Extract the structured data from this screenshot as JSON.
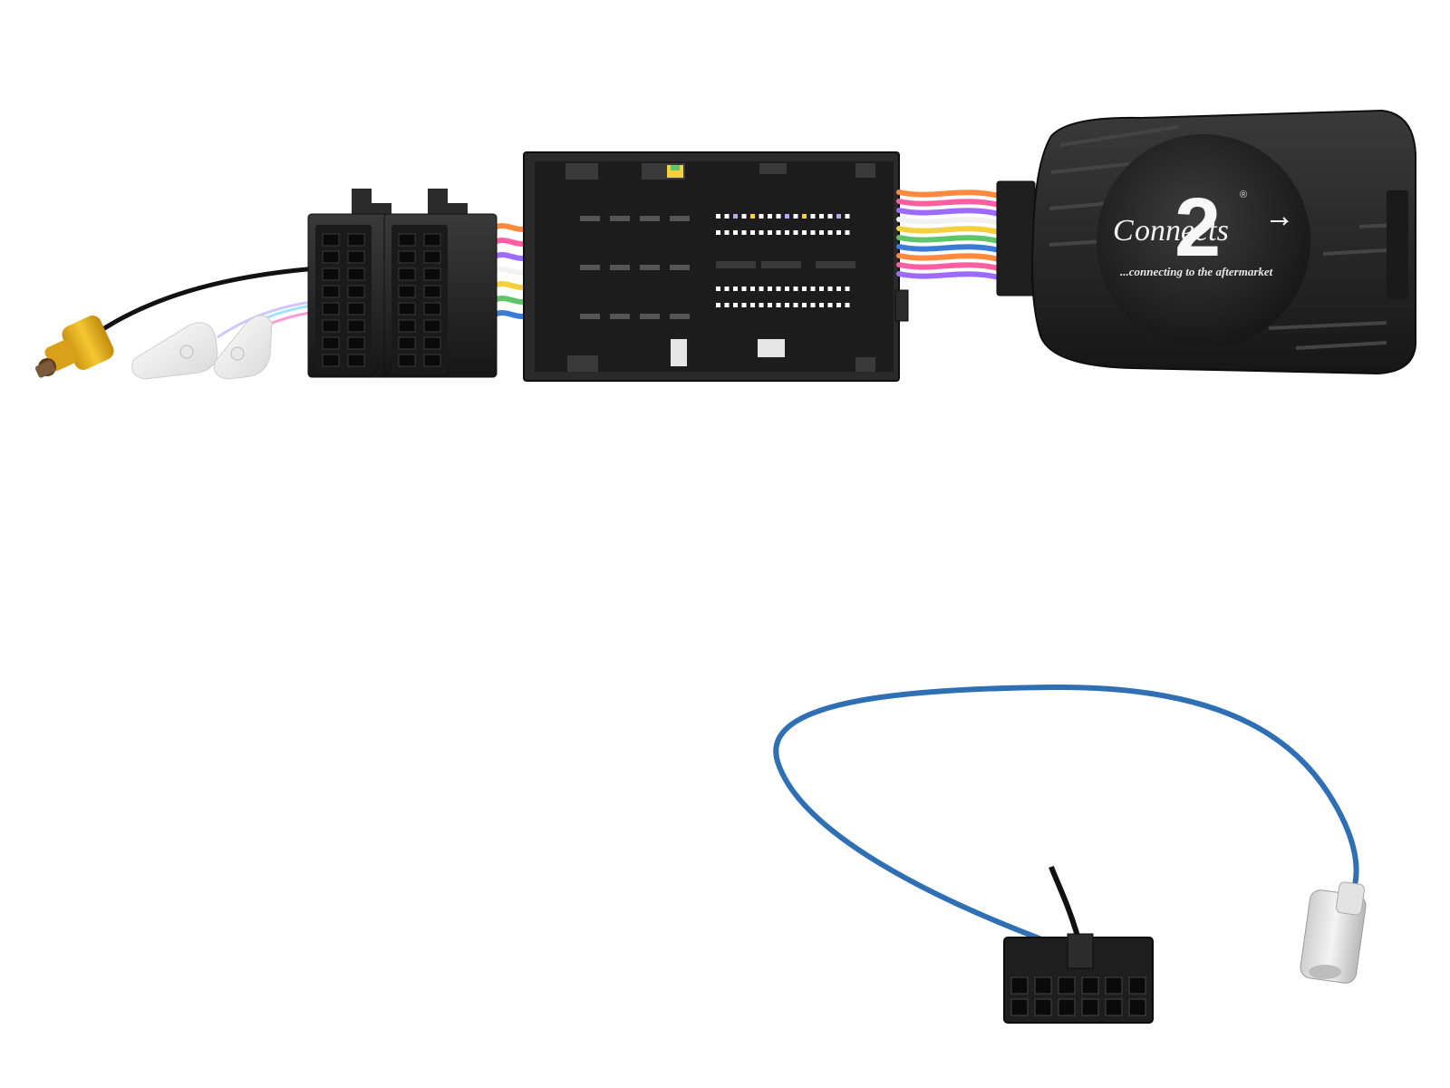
{
  "product": {
    "brand_prefix": "C",
    "brand_rest": "onnects",
    "brand_numeral": "2",
    "registered_mark": "®",
    "tagline": "...connecting to the aftermarket"
  },
  "colors": {
    "background": "#ffffff",
    "plastic": "#2a2a2a",
    "rca_yellow": "#e8b417",
    "antenna_cable": "#2f6fb3"
  },
  "wire_colors": [
    "#ff8a3d",
    "#ff5fa2",
    "#9b6cff",
    "#f2f2f2",
    "#f4d13a",
    "#5fc46a",
    "#3a7bd5"
  ]
}
